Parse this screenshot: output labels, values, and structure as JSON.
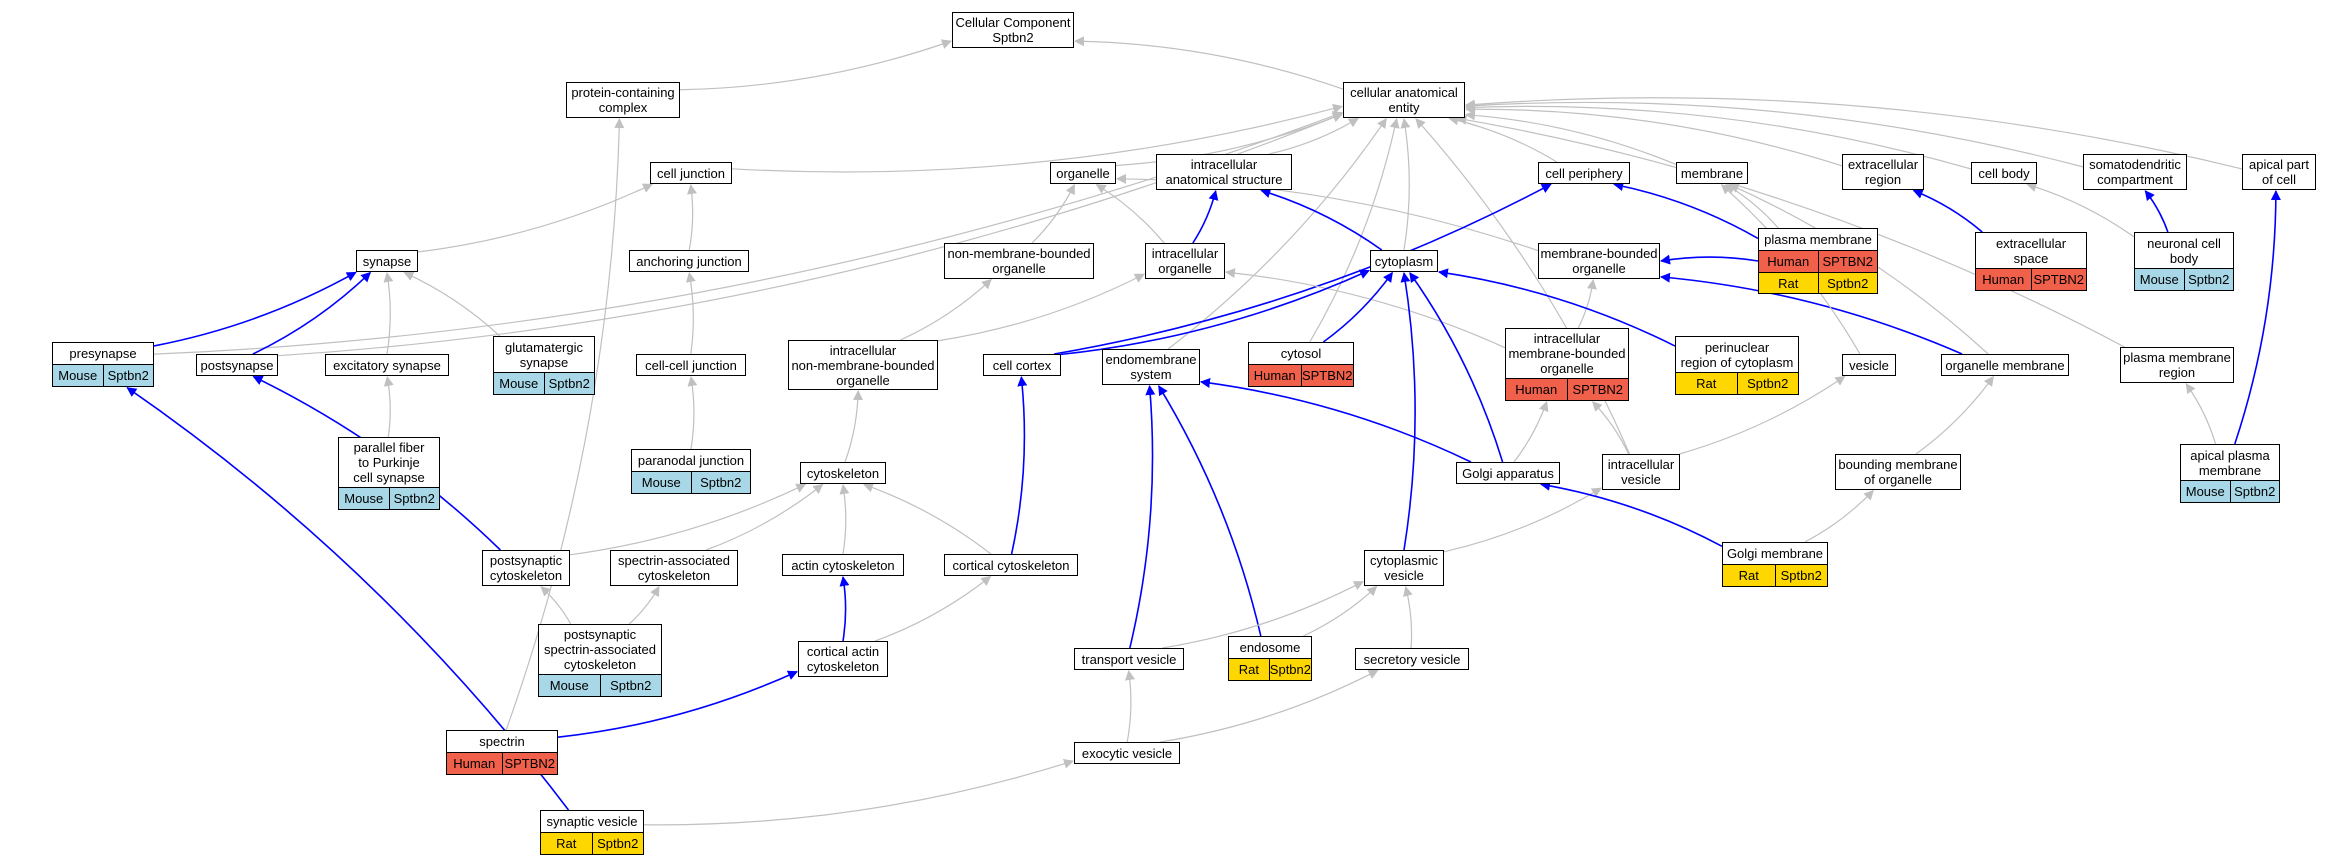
{
  "colors": {
    "grey_edge": "#c0c0c0",
    "blue_edge": "#0000ff",
    "Human": "#f0604a",
    "Rat": "#ffd700",
    "Mouse": "#a8d8e8"
  },
  "nodes": {
    "root": {
      "label": "Cellular Component\nSptbn2"
    },
    "pcc": {
      "label": "protein-containing\ncomplex"
    },
    "cae": {
      "label": "cellular anatomical\nentity"
    },
    "celljunction": {
      "label": "cell junction"
    },
    "organelle": {
      "label": "organelle"
    },
    "ias": {
      "label": "intracellular\nanatomical structure"
    },
    "cellperiphery": {
      "label": "cell periphery"
    },
    "membrane": {
      "label": "membrane"
    },
    "extracellularregion": {
      "label": "extracellular\nregion"
    },
    "cellbody": {
      "label": "cell body"
    },
    "somatodendritic": {
      "label": "somatodendritic\ncompartment"
    },
    "apicalpart": {
      "label": "apical part\nof cell"
    },
    "synapse": {
      "label": "synapse"
    },
    "anchoringjunction": {
      "label": "anchoring junction"
    },
    "nmbo": {
      "label": "non-membrane-bounded\norganelle"
    },
    "intraorganelle": {
      "label": "intracellular\norganelle"
    },
    "cytoplasm": {
      "label": "cytoplasm"
    },
    "mbo": {
      "label": "membrane-bounded\norganelle"
    },
    "postsynapse": {
      "label": "postsynapse"
    },
    "excitatorysynapse": {
      "label": "excitatory synapse"
    },
    "ccjunction": {
      "label": "cell-cell junction"
    },
    "inmbo": {
      "label": "intracellular\nnon-membrane-bounded\norganelle"
    },
    "cellcortex": {
      "label": "cell cortex"
    },
    "endomembrane": {
      "label": "endomembrane\nsystem"
    },
    "perinuclear": {
      "label": "perinuclear\nregion of cytoplasm",
      "rows": [
        [
          "Rat",
          "Sptbn2"
        ]
      ]
    },
    "vesicle": {
      "label": "vesicle"
    },
    "organellemembrane": {
      "label": "organelle membrane"
    },
    "pmregion": {
      "label": "plasma membrane\nregion"
    },
    "pfpcs": {
      "label": "parallel fiber\nto Purkinje\ncell synapse",
      "rows": [
        [
          "Mouse",
          "Sptbn2"
        ]
      ]
    },
    "cytoskeleton": {
      "label": "cytoskeleton"
    },
    "golgi": {
      "label": "Golgi apparatus"
    },
    "intravesicle": {
      "label": "intracellular\nvesicle"
    },
    "boundingmembrane": {
      "label": "bounding membrane\nof organelle"
    },
    "psc": {
      "label": "postsynaptic\ncytoskeleton"
    },
    "sac": {
      "label": "spectrin-associated\ncytoskeleton"
    },
    "actincytoskeleton": {
      "label": "actin cytoskeleton"
    },
    "corticalcytoskeleton": {
      "label": "cortical cytoskeleton"
    },
    "cytoplasmicvesicle": {
      "label": "cytoplasmic\nvesicle"
    },
    "cac": {
      "label": "cortical actin\ncytoskeleton"
    },
    "transportvesicle": {
      "label": "transport vesicle"
    },
    "secretoryvesicle": {
      "label": "secretory vesicle"
    },
    "exocyticvesicle": {
      "label": "exocytic vesicle"
    },
    "presynapse": {
      "label": "presynapse",
      "rows": [
        [
          "Mouse",
          "Sptbn2"
        ]
      ]
    },
    "glutamatergic": {
      "label": "glutamatergic\nsynapse",
      "rows": [
        [
          "Mouse",
          "Sptbn2"
        ]
      ]
    },
    "paranodal": {
      "label": "paranodal junction",
      "rows": [
        [
          "Mouse",
          "Sptbn2"
        ]
      ]
    },
    "cytosol": {
      "label": "cytosol",
      "rows": [
        [
          "Human",
          "SPTBN2"
        ]
      ]
    },
    "imbo": {
      "label": "intracellular\nmembrane-bounded\norganelle",
      "rows": [
        [
          "Human",
          "SPTBN2"
        ]
      ]
    },
    "plasmamembrane": {
      "label": "plasma membrane",
      "rows": [
        [
          "Human",
          "SPTBN2"
        ],
        [
          "Rat",
          "Sptbn2"
        ]
      ]
    },
    "extracellularspace": {
      "label": "extracellular\nspace",
      "rows": [
        [
          "Human",
          "SPTBN2"
        ]
      ]
    },
    "neuronalcellbody": {
      "label": "neuronal cell\nbody",
      "rows": [
        [
          "Mouse",
          "Sptbn2"
        ]
      ]
    },
    "apicalpm": {
      "label": "apical plasma\nmembrane",
      "rows": [
        [
          "Mouse",
          "Sptbn2"
        ]
      ]
    },
    "pssac": {
      "label": "postsynaptic\nspectrin-associated\ncytoskeleton",
      "rows": [
        [
          "Mouse",
          "Sptbn2"
        ]
      ]
    },
    "golgimembrane": {
      "label": "Golgi membrane",
      "rows": [
        [
          "Rat",
          "Sptbn2"
        ]
      ]
    },
    "endosome": {
      "label": "endosome",
      "rows": [
        [
          "Rat",
          "Sptbn2"
        ]
      ]
    },
    "spectrin": {
      "label": "spectrin",
      "rows": [
        [
          "Human",
          "SPTBN2"
        ]
      ]
    },
    "synapticvesicle": {
      "label": "synaptic vesicle",
      "rows": [
        [
          "Rat",
          "Sptbn2"
        ]
      ]
    }
  },
  "edges": [
    {
      "from": "pcc",
      "to": "root",
      "kind": "is_a"
    },
    {
      "from": "cae",
      "to": "root",
      "kind": "is_a"
    },
    {
      "from": "celljunction",
      "to": "cae",
      "kind": "is_a"
    },
    {
      "from": "organelle",
      "to": "cae",
      "kind": "is_a"
    },
    {
      "from": "ias",
      "to": "cae",
      "kind": "is_a"
    },
    {
      "from": "cellperiphery",
      "to": "cae",
      "kind": "is_a"
    },
    {
      "from": "membrane",
      "to": "cae",
      "kind": "is_a"
    },
    {
      "from": "extracellularregion",
      "to": "cae",
      "kind": "is_a"
    },
    {
      "from": "cellbody",
      "to": "cae",
      "kind": "is_a"
    },
    {
      "from": "somatodendritic",
      "to": "cae",
      "kind": "is_a"
    },
    {
      "from": "apicalpart",
      "to": "cae",
      "kind": "is_a"
    },
    {
      "from": "cytoplasm",
      "to": "cae",
      "kind": "is_a"
    },
    {
      "from": "cytosol",
      "to": "cae",
      "kind": "is_a"
    },
    {
      "from": "presynapse",
      "to": "cae",
      "kind": "is_a"
    },
    {
      "from": "postsynapse",
      "to": "cae",
      "kind": "is_a"
    },
    {
      "from": "endomembrane",
      "to": "cae",
      "kind": "is_a"
    },
    {
      "from": "intravesicle",
      "to": "cae",
      "kind": "is_a"
    },
    {
      "from": "pmregion",
      "to": "cae",
      "kind": "is_a"
    },
    {
      "from": "spectrin",
      "to": "pcc",
      "kind": "is_a"
    },
    {
      "from": "synapse",
      "to": "celljunction",
      "kind": "is_a"
    },
    {
      "from": "anchoringjunction",
      "to": "celljunction",
      "kind": "is_a"
    },
    {
      "from": "nmbo",
      "to": "organelle",
      "kind": "is_a"
    },
    {
      "from": "intraorganelle",
      "to": "organelle",
      "kind": "is_a"
    },
    {
      "from": "mbo",
      "to": "organelle",
      "kind": "is_a"
    },
    {
      "from": "intraorganelle",
      "to": "ias",
      "kind": "part_of"
    },
    {
      "from": "cytoplasm",
      "to": "ias",
      "kind": "part_of"
    },
    {
      "from": "cellcortex",
      "to": "cellperiphery",
      "kind": "part_of"
    },
    {
      "from": "plasmamembrane",
      "to": "cellperiphery",
      "kind": "part_of"
    },
    {
      "from": "plasmamembrane",
      "to": "membrane",
      "kind": "is_a"
    },
    {
      "from": "organellemembrane",
      "to": "membrane",
      "kind": "is_a"
    },
    {
      "from": "extracellularspace",
      "to": "extracellularregion",
      "kind": "part_of"
    },
    {
      "from": "neuronalcellbody",
      "to": "cellbody",
      "kind": "is_a"
    },
    {
      "from": "neuronalcellbody",
      "to": "somatodendritic",
      "kind": "part_of"
    },
    {
      "from": "apicalpm",
      "to": "apicalpart",
      "kind": "part_of"
    },
    {
      "from": "presynapse",
      "to": "synapse",
      "kind": "part_of"
    },
    {
      "from": "postsynapse",
      "to": "synapse",
      "kind": "part_of"
    },
    {
      "from": "excitatorysynapse",
      "to": "synapse",
      "kind": "is_a"
    },
    {
      "from": "glutamatergic",
      "to": "synapse",
      "kind": "is_a"
    },
    {
      "from": "pfpcs",
      "to": "excitatorysynapse",
      "kind": "is_a"
    },
    {
      "from": "ccjunction",
      "to": "anchoringjunction",
      "kind": "is_a"
    },
    {
      "from": "paranodal",
      "to": "ccjunction",
      "kind": "is_a"
    },
    {
      "from": "inmbo",
      "to": "nmbo",
      "kind": "is_a"
    },
    {
      "from": "inmbo",
      "to": "intraorganelle",
      "kind": "is_a"
    },
    {
      "from": "imbo",
      "to": "intraorganelle",
      "kind": "is_a"
    },
    {
      "from": "imbo",
      "to": "mbo",
      "kind": "is_a"
    },
    {
      "from": "cytoskeleton",
      "to": "inmbo",
      "kind": "is_a"
    },
    {
      "from": "cellcortex",
      "to": "cytoplasm",
      "kind": "part_of"
    },
    {
      "from": "cytosol",
      "to": "cytoplasm",
      "kind": "part_of"
    },
    {
      "from": "perinuclear",
      "to": "cytoplasm",
      "kind": "part_of"
    },
    {
      "from": "golgi",
      "to": "cytoplasm",
      "kind": "part_of"
    },
    {
      "from": "cytoplasmicvesicle",
      "to": "cytoplasm",
      "kind": "part_of"
    },
    {
      "from": "organellemembrane",
      "to": "mbo",
      "kind": "part_of"
    },
    {
      "from": "plasmamembrane",
      "to": "mbo",
      "kind": "part_of"
    },
    {
      "from": "golgi",
      "to": "endomembrane",
      "kind": "part_of"
    },
    {
      "from": "transportvesicle",
      "to": "endomembrane",
      "kind": "part_of"
    },
    {
      "from": "endosome",
      "to": "endomembrane",
      "kind": "part_of"
    },
    {
      "from": "golgi",
      "to": "imbo",
      "kind": "is_a"
    },
    {
      "from": "intravesicle",
      "to": "imbo",
      "kind": "is_a"
    },
    {
      "from": "intravesicle",
      "to": "vesicle",
      "kind": "is_a"
    },
    {
      "from": "vesicle",
      "to": "membrane",
      "kind": "is_a"
    },
    {
      "from": "boundingmembrane",
      "to": "organellemembrane",
      "kind": "is_a"
    },
    {
      "from": "apicalpm",
      "to": "pmregion",
      "kind": "is_a"
    },
    {
      "from": "psc",
      "to": "cytoskeleton",
      "kind": "is_a"
    },
    {
      "from": "sac",
      "to": "cytoskeleton",
      "kind": "is_a"
    },
    {
      "from": "actincytoskeleton",
      "to": "cytoskeleton",
      "kind": "is_a"
    },
    {
      "from": "corticalcytoskeleton",
      "to": "cytoskeleton",
      "kind": "is_a"
    },
    {
      "from": "corticalcytoskeleton",
      "to": "cellcortex",
      "kind": "part_of"
    },
    {
      "from": "psc",
      "to": "postsynapse",
      "kind": "part_of"
    },
    {
      "from": "pssac",
      "to": "psc",
      "kind": "is_a"
    },
    {
      "from": "pssac",
      "to": "sac",
      "kind": "is_a"
    },
    {
      "from": "cac",
      "to": "actincytoskeleton",
      "kind": "part_of"
    },
    {
      "from": "cac",
      "to": "corticalcytoskeleton",
      "kind": "is_a"
    },
    {
      "from": "cytoplasmicvesicle",
      "to": "intravesicle",
      "kind": "is_a"
    },
    {
      "from": "golgimembrane",
      "to": "golgi",
      "kind": "part_of"
    },
    {
      "from": "golgimembrane",
      "to": "boundingmembrane",
      "kind": "is_a"
    },
    {
      "from": "transportvesicle",
      "to": "cytoplasmicvesicle",
      "kind": "is_a"
    },
    {
      "from": "endosome",
      "to": "cytoplasmicvesicle",
      "kind": "is_a"
    },
    {
      "from": "secretoryvesicle",
      "to": "cytoplasmicvesicle",
      "kind": "is_a"
    },
    {
      "from": "exocyticvesicle",
      "to": "transportvesicle",
      "kind": "is_a"
    },
    {
      "from": "exocyticvesicle",
      "to": "secretoryvesicle",
      "kind": "is_a"
    },
    {
      "from": "synapticvesicle",
      "to": "exocyticvesicle",
      "kind": "is_a"
    },
    {
      "from": "synapticvesicle",
      "to": "presynapse",
      "kind": "part_of"
    },
    {
      "from": "spectrin",
      "to": "cac",
      "kind": "part_of"
    }
  ]
}
